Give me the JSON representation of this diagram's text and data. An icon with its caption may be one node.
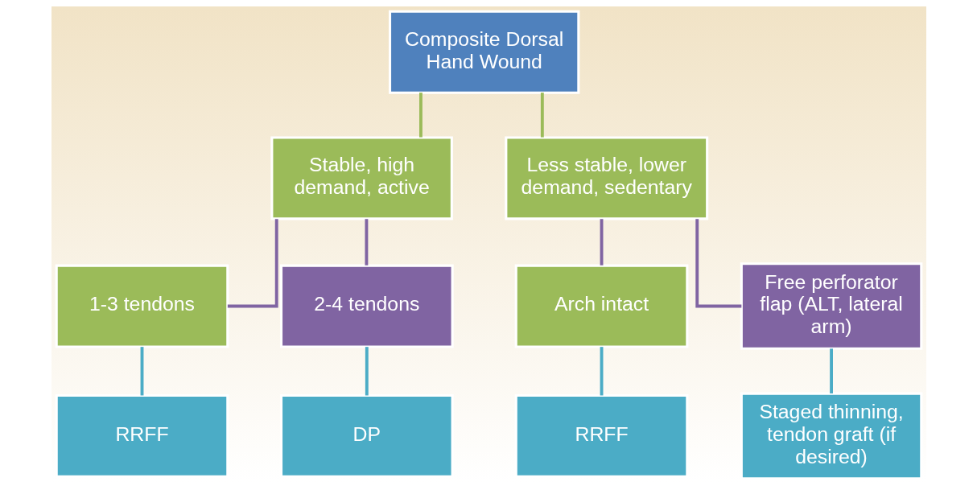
{
  "diagram": {
    "nodes": [
      {
        "text": [
          "Composite Dorsal Hand Wound"
        ]
      },
      {
        "text": [
          "Stable, high demand, active"
        ]
      },
      {
        "text": [
          "Less stable, lower demand, sedentary"
        ]
      },
      {
        "text": [
          "1-3 tendons"
        ]
      },
      {
        "text": [
          "2-4 tendons"
        ]
      },
      {
        "text": [
          "Arch intact"
        ]
      },
      {
        "text": [
          "Free perforator flap (ALT, lateral arm)"
        ]
      },
      {
        "text": [
          "RRFF"
        ]
      },
      {
        "text": [
          "DP"
        ]
      },
      {
        "text": [
          "RRFF"
        ]
      },
      {
        "text": [
          "Staged thinning, tendon graft (if desired)"
        ]
      }
    ],
    "edges": [
      {
        "from": 0,
        "to": 1,
        "arrow": "none",
        "color": "#9bbb59"
      },
      {
        "from": 0,
        "to": 2,
        "arrow": "none",
        "color": "#9bbb59"
      },
      {
        "from": 1,
        "to": 3,
        "arrow": "none",
        "color": "#8064a2"
      },
      {
        "from": 1,
        "to": 4,
        "arrow": "none",
        "color": "#8064a2"
      },
      {
        "from": 2,
        "to": 5,
        "arrow": "none",
        "color": "#8064a2"
      },
      {
        "from": 2,
        "to": 6,
        "arrow": "none",
        "color": "#8064a2"
      },
      {
        "from": 3,
        "to": 7,
        "arrow": "none"
      },
      {
        "from": 4,
        "to": 8,
        "arrow": "none"
      },
      {
        "from": 5,
        "to": 9,
        "arrow": "none"
      },
      {
        "from": 6,
        "to": 10,
        "arrow": "none"
      }
    ]
  }
}
